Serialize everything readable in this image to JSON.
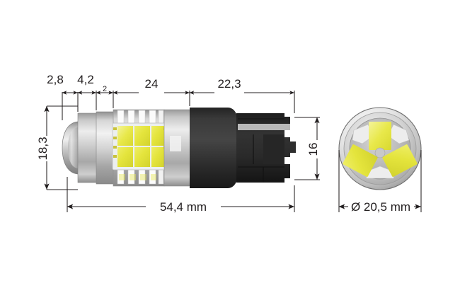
{
  "drawing": {
    "title": "LED bulb technical dimension drawing",
    "background_color": "#ffffff",
    "line_color": "#231f20",
    "units_label": "mm",
    "views": [
      {
        "name": "side-view",
        "label": ""
      },
      {
        "name": "end-view",
        "label": ""
      }
    ]
  },
  "dimensions": {
    "top": [
      {
        "name": "dim-2-8",
        "value": "2,8",
        "orientation": "horizontal"
      },
      {
        "name": "dim-4-2",
        "value": "4,2",
        "orientation": "horizontal"
      },
      {
        "name": "dim-2",
        "value": "2",
        "orientation": "horizontal"
      },
      {
        "name": "dim-24",
        "value": "24",
        "orientation": "horizontal"
      },
      {
        "name": "dim-22-3",
        "value": "22,3",
        "orientation": "horizontal"
      }
    ],
    "left": {
      "name": "dim-18-3",
      "value": "18,3",
      "orientation": "vertical"
    },
    "right": {
      "name": "dim-16",
      "value": "16",
      "orientation": "vertical"
    },
    "bottom_side": {
      "name": "dim-total-length",
      "value": "54,4 mm"
    },
    "bottom_end": {
      "name": "dim-diameter",
      "value": "Ø 20,5 mm"
    }
  },
  "colors": {
    "led_yellow": "#e4e43c",
    "led_yellow_light": "#f0f07a",
    "metal_light": "#e6e6e6",
    "metal_mid": "#bdbdbd",
    "metal_dark": "#8c8c8c",
    "base_black": "#2b2b2b",
    "base_black_light": "#3d3d3d",
    "pcb_white": "#fbfbfb",
    "line": "#231f20"
  },
  "bulb": {
    "side_view": {
      "name": "led-bulb-side",
      "parts": [
        {
          "name": "lens-dome",
          "label": "dome"
        },
        {
          "name": "heatsink-collar",
          "label": "collar"
        },
        {
          "name": "led-module",
          "label": "led module"
        },
        {
          "name": "body-sleeve",
          "label": "sleeve"
        },
        {
          "name": "wedge-base",
          "label": "T20 wedge base"
        }
      ],
      "led_rows": 2,
      "led_cols": 3,
      "fin_count": 5
    },
    "end_view": {
      "name": "led-bulb-end",
      "led_count": 3
    }
  }
}
